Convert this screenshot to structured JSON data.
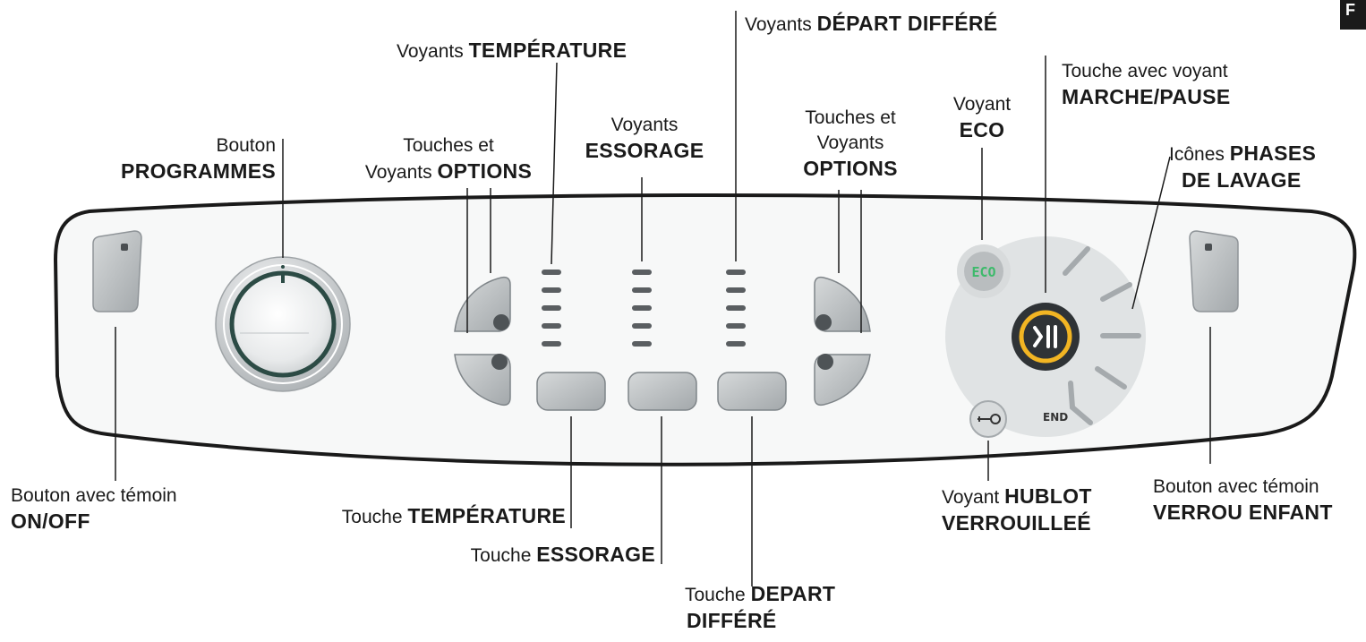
{
  "corner_tab": "F",
  "colors": {
    "panel_fill": "#f7f8f8",
    "panel_stroke": "#1a1a1a",
    "key_fill": "#b9bdbf",
    "led": "#5a5e61",
    "play_ring": "#f2b523",
    "dial_ring": "#2c4b45",
    "eco_green": "#3dba6b"
  },
  "panel": {
    "eco_icon_text": "ECO",
    "end_text": "END"
  },
  "labels": {
    "programmes": {
      "normal": "Bouton",
      "bold": "PROGRAMMES"
    },
    "options_left": {
      "line1": "Touches et",
      "normal": "Voyants ",
      "bold": "OPTIONS"
    },
    "temp_leds": {
      "normal": "Voyants ",
      "bold": "TEMPÉRATURE"
    },
    "spin_leds": {
      "normal": "Voyants",
      "bold": "ESSORAGE"
    },
    "delay_leds": {
      "normal": "Voyants ",
      "bold": "DÉPART DIFFÉRÉ"
    },
    "options_right": {
      "line1": "Touches et",
      "line2": "Voyants",
      "bold": "OPTIONS"
    },
    "eco": {
      "normal": "Voyant",
      "bold": "ECO"
    },
    "start_pause": {
      "normal": "Touche avec voyant",
      "bold": "MARCHE/PAUSE"
    },
    "phases": {
      "normal": "Icônes ",
      "bold1": "PHASES",
      "bold2": "DE LAVAGE"
    },
    "on_off": {
      "normal": "Bouton avec témoin",
      "bold": "ON/OFF"
    },
    "temp_key": {
      "normal": "Touche ",
      "bold": "TEMPÉRATURE"
    },
    "spin_key": {
      "normal": "Touche ",
      "bold": "ESSORAGE"
    },
    "delay_key": {
      "normal": "Touche ",
      "bold1": "DEPART",
      "bold2": "DIFFÉRÉ"
    },
    "door_lock": {
      "normal": "Voyant ",
      "bold1": "HUBLOT",
      "bold2": "VERROUILLEÉ"
    },
    "child_lock": {
      "normal": "Bouton avec témoin",
      "bold": "VERROU ENFANT"
    }
  }
}
